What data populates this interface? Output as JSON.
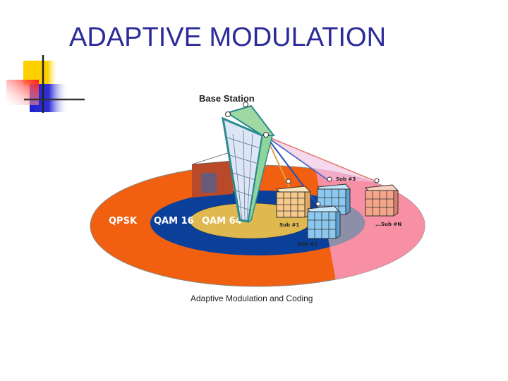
{
  "slide": {
    "title": "ADAPTIVE MODULATION",
    "caption": "Adaptive Modulation and Coding"
  },
  "diagram": {
    "base_station_label": "Base Station",
    "zones": [
      {
        "label": "QPSK",
        "color": "#f06010"
      },
      {
        "label": "QAM 16",
        "color": "#0a3f9a"
      },
      {
        "label": "QAM 64",
        "color": "#e0b850"
      }
    ],
    "subscribers": [
      {
        "label": "Sub #1",
        "color": "#f7c98a"
      },
      {
        "label": "Sub #2",
        "color": "#8cc8f0"
      },
      {
        "label": "Sub #3",
        "color": "#8cc8f0"
      },
      {
        "label": "...Sub #N",
        "color": "#f4a58a"
      }
    ]
  }
}
